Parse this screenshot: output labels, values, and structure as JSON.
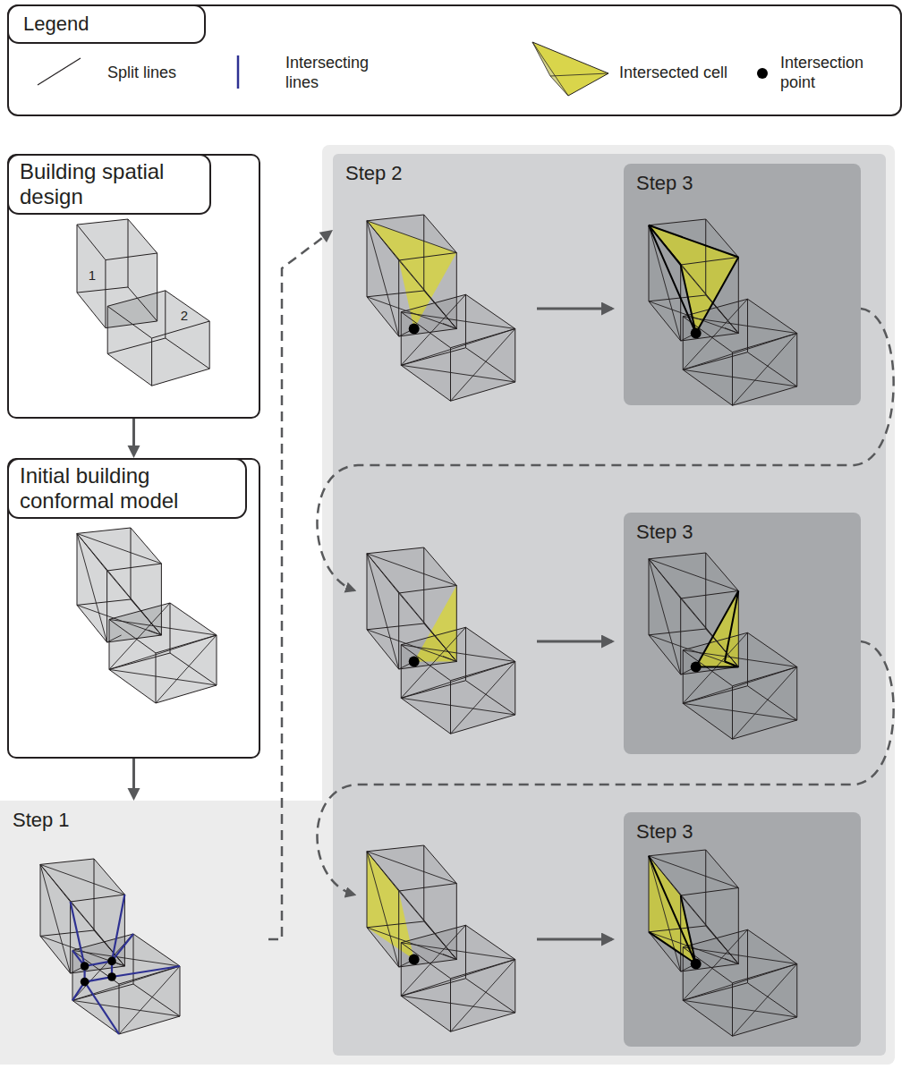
{
  "diagram": {
    "nodes": [
      {
        "text": [
          "Building spatial design"
        ]
      },
      {
        "text": [
          "Initial building conformal model"
        ]
      },
      {
        "text": [
          "Step 1"
        ]
      },
      {
        "text": [
          "Step 2"
        ]
      },
      {
        "text": [
          "Step 3"
        ],
        "in": 3
      },
      {
        "text": [
          "Step 3"
        ],
        "in": 3
      },
      {
        "text": [
          "Step 3"
        ],
        "in": 3
      }
    ],
    "edges": [
      {
        "from": 0,
        "to": 1,
        "arrow": "to"
      },
      {
        "from": 1,
        "to": 2,
        "arrow": "to"
      },
      {
        "from": 2,
        "to": 3,
        "arrow": "to"
      }
    ],
    "labels": [
      "Legend",
      "1",
      "2"
    ],
    "legend": [
      {
        "text": "Split lines"
      },
      {
        "text": "Intersecting lines"
      },
      {
        "text": "Intersected cell"
      },
      {
        "text": "Intersection point"
      }
    ]
  }
}
